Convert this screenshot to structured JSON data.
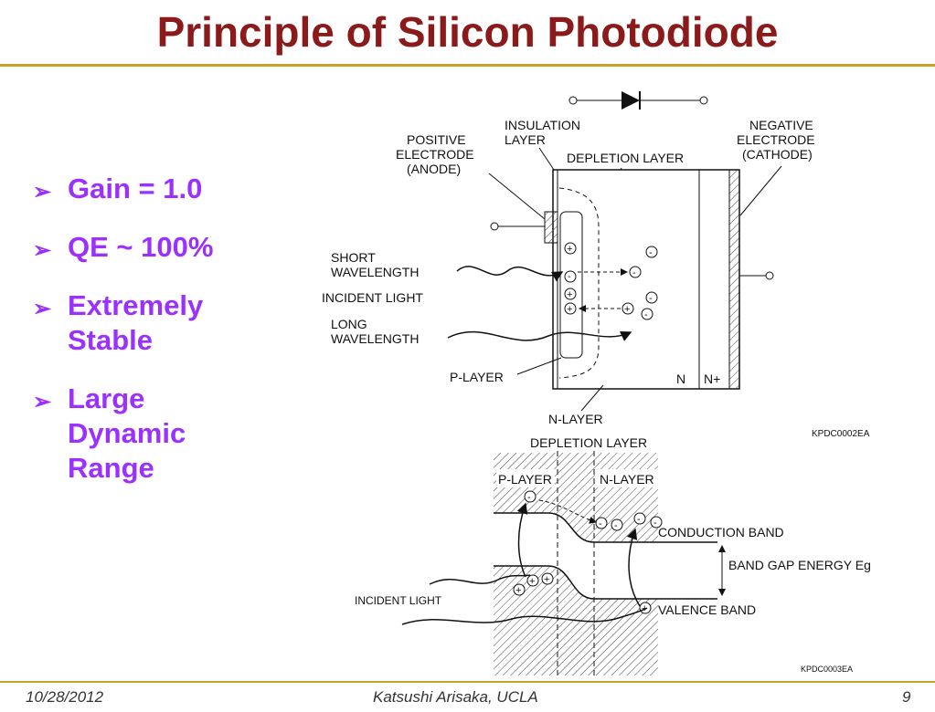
{
  "slide": {
    "title": "Principle of Silicon Photodiode",
    "bullets": [
      "Gain = 1.0",
      "QE ~ 100%",
      "Extremely Stable",
      "Large Dynamic Range"
    ],
    "footer": {
      "date": "10/28/2012",
      "author": "Katsushi Arisaka, UCLA",
      "page": "9"
    }
  },
  "diagram_top": {
    "insulation_layer": [
      "INSULATION",
      "LAYER"
    ],
    "positive_electrode": [
      "POSITIVE",
      "ELECTRODE",
      "(ANODE)"
    ],
    "depletion_layer": "DEPLETION LAYER",
    "negative_electrode": [
      "NEGATIVE",
      "ELECTRODE",
      "(CATHODE)"
    ],
    "short_wavelength": [
      "SHORT",
      "WAVELENGTH"
    ],
    "incident_light": "INCIDENT LIGHT",
    "long_wavelength": [
      "LONG",
      "WAVELENGTH"
    ],
    "p_layer": "P-LAYER",
    "n_label": "N",
    "n_plus_label": "N+",
    "n_layer": "N-LAYER",
    "code": "KPDC0002EA"
  },
  "diagram_bottom": {
    "depletion_layer": "DEPLETION LAYER",
    "p_layer": "P-LAYER",
    "n_layer": "N-LAYER",
    "conduction_band": "CONDUCTION BAND",
    "band_gap": "BAND GAP ENERGY Eg",
    "incident_light": "INCIDENT LIGHT",
    "valence_band": "VALENCE BAND",
    "code": "KPDC0003EA"
  }
}
